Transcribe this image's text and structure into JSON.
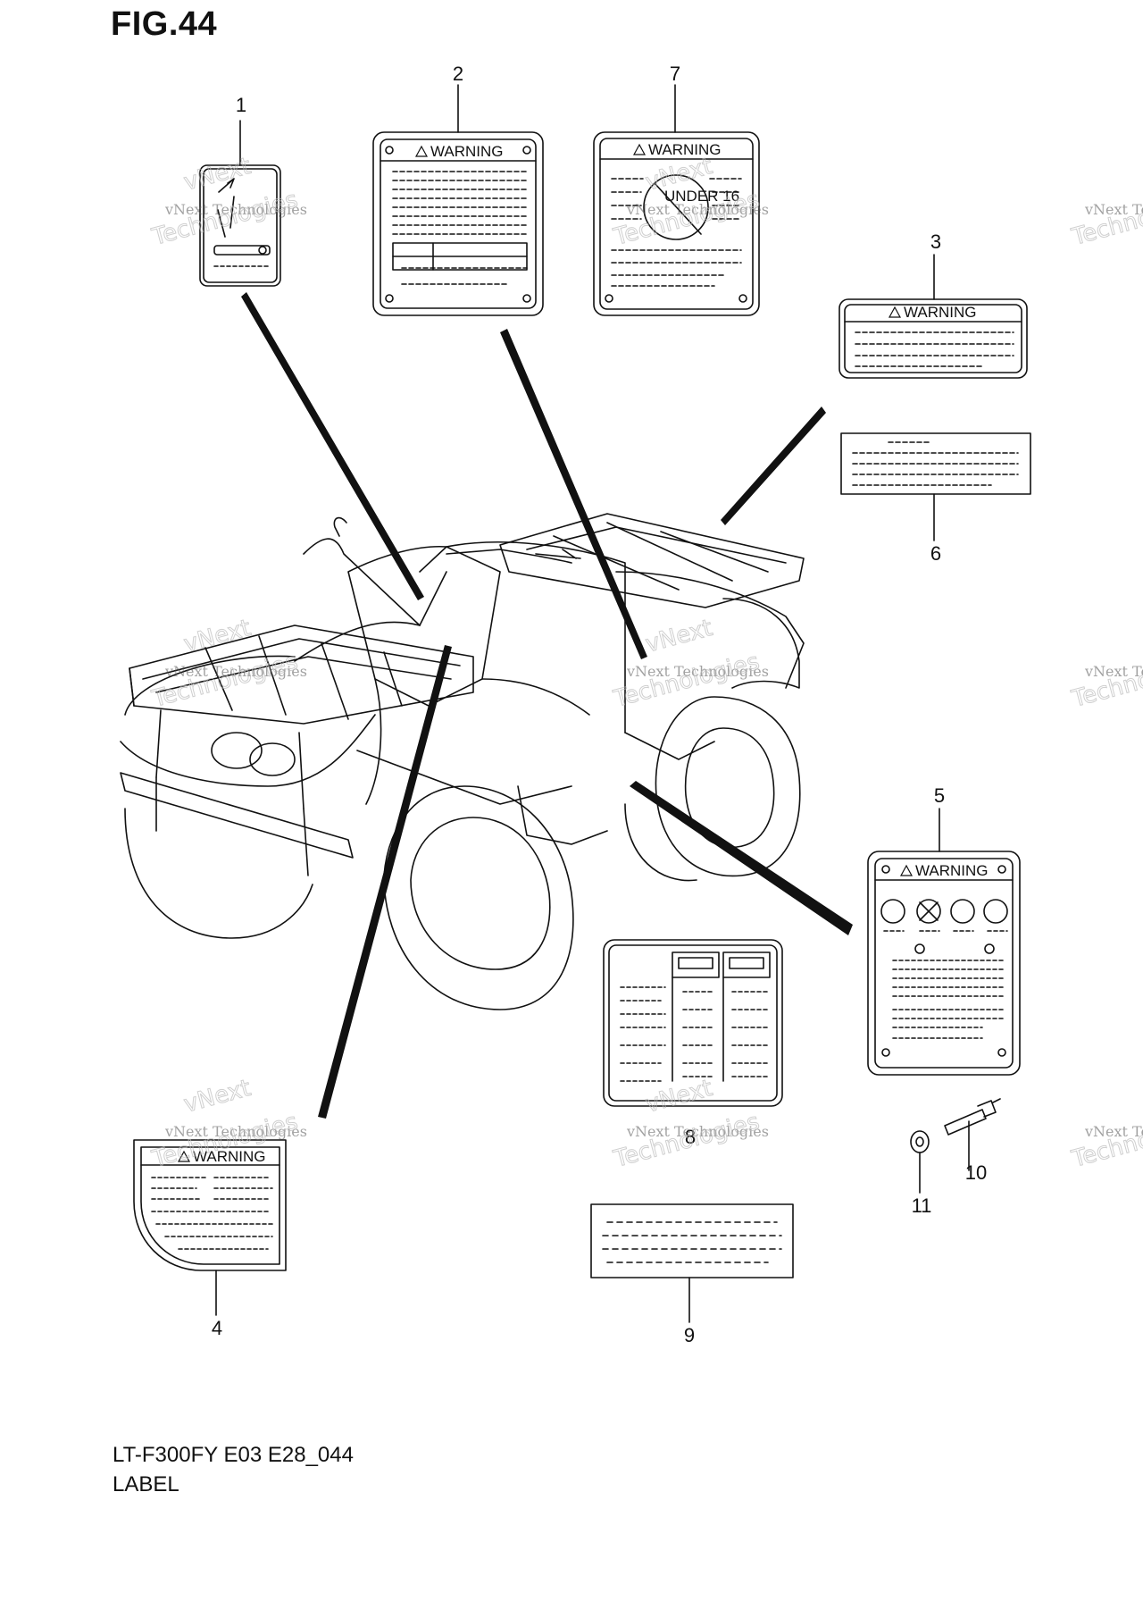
{
  "figure": {
    "title": "FIG.44",
    "model_code": "LT-F300FY E03 E28_044",
    "caption": "LABEL"
  },
  "labels": [
    {
      "num": "1"
    },
    {
      "num": "2",
      "header": "WARNING"
    },
    {
      "num": "3",
      "header": "WARNING"
    },
    {
      "num": "4",
      "header": "WARNING"
    },
    {
      "num": "5",
      "header": "WARNING"
    },
    {
      "num": "6"
    },
    {
      "num": "7",
      "header": "WARNING",
      "badge": "UNDER 16"
    },
    {
      "num": "8"
    },
    {
      "num": "9"
    },
    {
      "num": "10"
    },
    {
      "num": "11"
    }
  ],
  "watermark": {
    "line1": "vNext Technologies",
    "line2": "vNext",
    "line3": "Technologies"
  },
  "colors": {
    "ink": "#111111",
    "background": "#ffffff",
    "watermark": "#bbbbbb"
  }
}
